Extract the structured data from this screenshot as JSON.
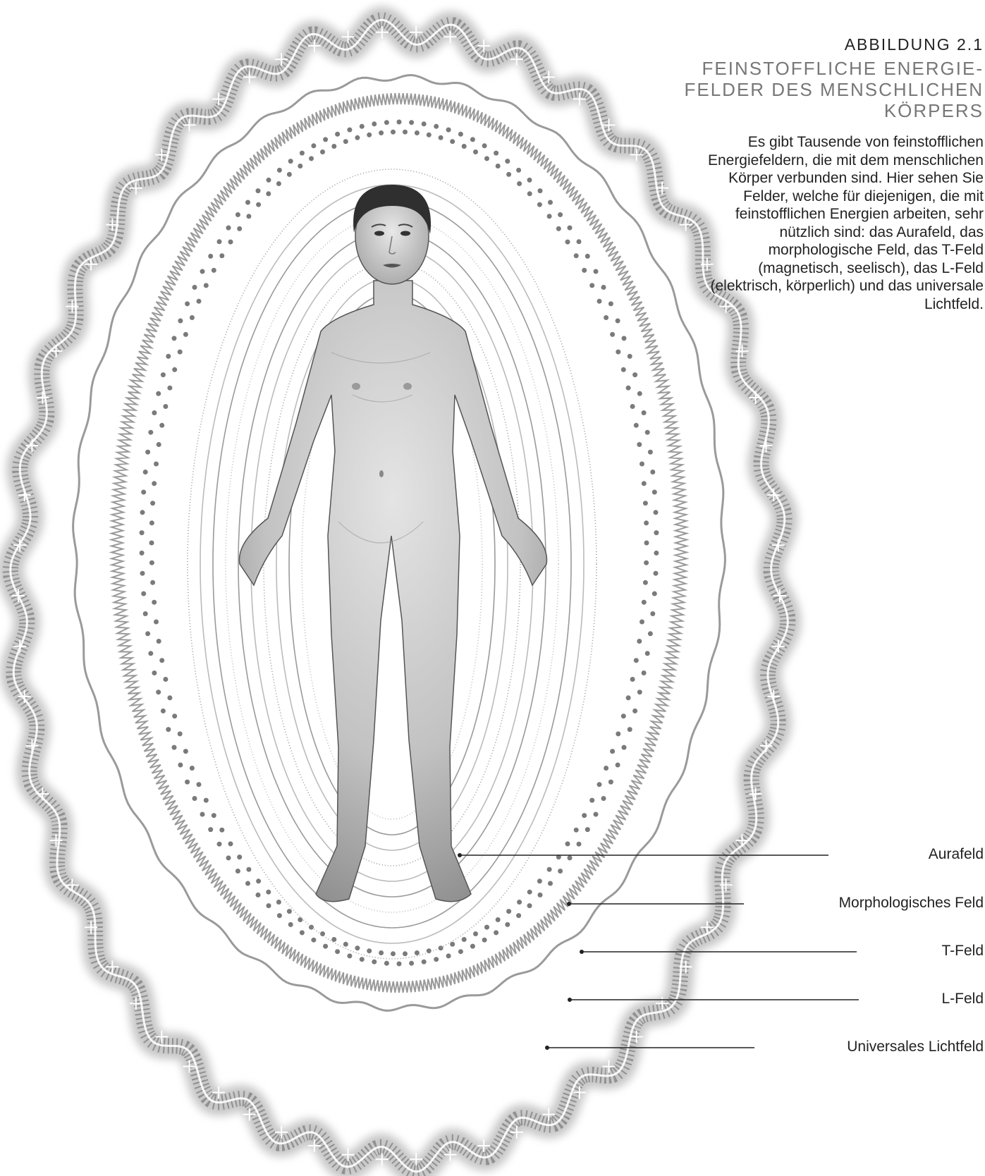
{
  "figure": {
    "label": "ABBILDUNG 2.1",
    "title": "FEINSTOFFLICHE ENERGIE-FELDER DES MENSCHLICHEN KÖRPERS",
    "description": "Es gibt Tausende von feinstofflichen Energiefeldern, die mit dem menschlichen Körper verbunden sind. Hier sehen Sie Felder, welche für diejenigen, die mit feinstofflichen Energien arbeiten, sehr nützlich sind: das Aurafeld, das morphologische Feld, das T-Feld (magnetisch, seelisch), das L-Feld (elektrisch, körperlich) und das universale Lichtfeld."
  },
  "callouts": [
    {
      "label": "Aurafeld"
    },
    {
      "label": "Morphologisches Feld"
    },
    {
      "label": "T-Feld"
    },
    {
      "label": "L-Feld"
    },
    {
      "label": "Universales Lichtfeld"
    }
  ],
  "colors": {
    "text": "#222222",
    "title": "#777777",
    "field_gray": "#8a8a8a",
    "body_gray": "#b5b5b5"
  }
}
